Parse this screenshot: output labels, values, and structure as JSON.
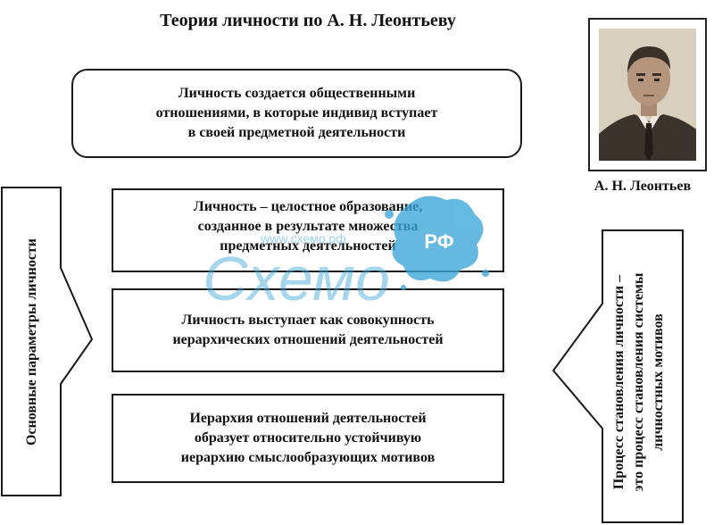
{
  "title": "Теория личности по А. Н. Леонтьеву",
  "top_box": {
    "lines": [
      "Личность создается общественными",
      "отношениями, в которые индивид вступает",
      "в своей предметной деятельности"
    ]
  },
  "boxes": [
    {
      "lines": [
        "Личность – целостное образование,",
        "созданное в результате множества",
        "предметных деятельностей"
      ]
    },
    {
      "lines": [
        "Личность выступает как совокупность",
        "иерархических отношений деятельностей"
      ]
    },
    {
      "lines": [
        "Иерархия отношений деятельностей",
        "образует относительно устойчивую",
        "иерархию смыслообразующих мотивов"
      ]
    }
  ],
  "left_label": "Основные параметры личности",
  "right_label": {
    "lines": [
      "Процесс становления личности –",
      "это процесс становления системы",
      "личностных мотивов"
    ]
  },
  "portrait": {
    "caption": "А. Н. Леонтьев"
  },
  "watermark": {
    "text": "Схемо",
    "badge": "РФ",
    "url": "www.схемо.рф"
  },
  "colors": {
    "border": "#1a1a1a",
    "watermark_blue": "#3aa6d8",
    "photo_tone": "#d9d0c2"
  }
}
